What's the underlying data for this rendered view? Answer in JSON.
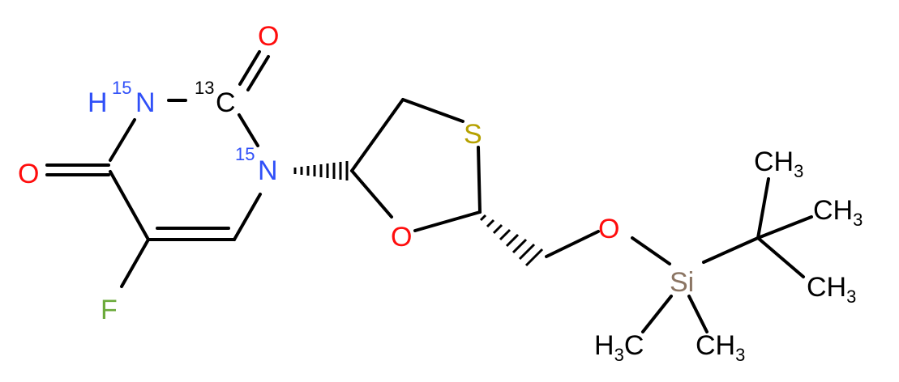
{
  "colors": {
    "carbon": "#000000",
    "nitrogen": "#3050F8",
    "oxygen": "#FF0D0D",
    "sulfur": "#B5A100",
    "fluorine": "#6BAA3A",
    "silicon": "#8B7563"
  },
  "atoms": {
    "o_top": "O",
    "o_left": "O",
    "h_n3": "H",
    "n3_iso": "15",
    "n3": "N",
    "c2_iso": "13",
    "c2": "C",
    "n1_iso": "15",
    "n1": "N",
    "s": "S",
    "o_ring": "O",
    "f": "F",
    "o_ether": "O",
    "si": "Si",
    "ch3_a": "CH",
    "ch3_a_sub": "3",
    "ch3_b": "CH",
    "ch3_b_sub": "3",
    "ch3_c": "CH",
    "ch3_c_sub": "3",
    "h3c_d_h": "H",
    "h3c_d_sub": "3",
    "h3c_d_c": "C",
    "ch3_e": "CH",
    "ch3_e_sub": "3"
  }
}
